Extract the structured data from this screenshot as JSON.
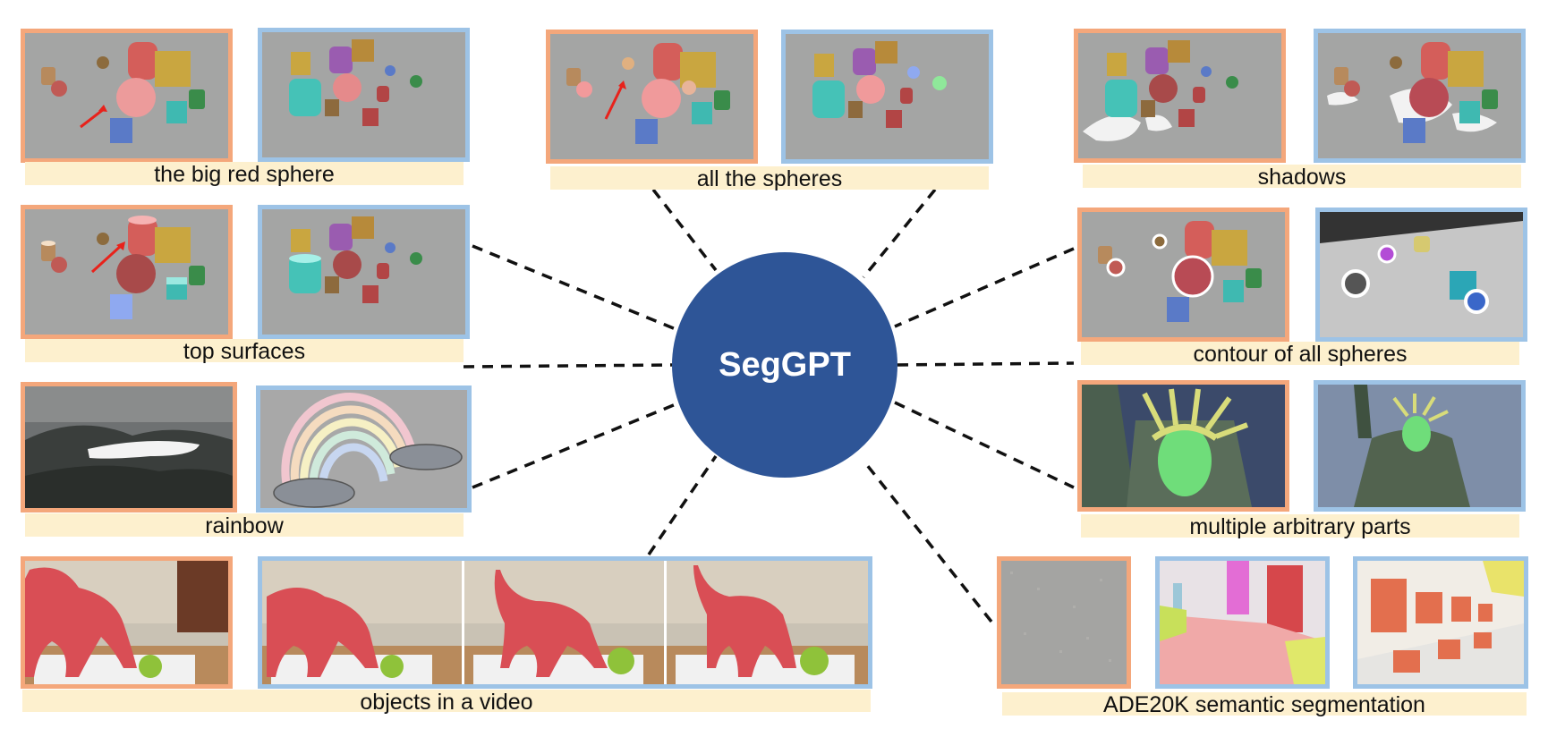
{
  "hub": {
    "label": "SegGPT"
  },
  "captions": {
    "big_red_sphere": "the big red sphere",
    "all_spheres": "all the spheres",
    "shadows": "shadows",
    "top_surfaces": "top surfaces",
    "contour": "contour of all spheres",
    "rainbow": "rainbow",
    "arbitrary_parts": "multiple arbitrary parts",
    "video": "objects in a video",
    "ade20k": "ADE20K semantic segmentation"
  },
  "colors": {
    "hub": "#2E5597",
    "prompt_border": "#F4A77B",
    "output_border": "#9DC3E6",
    "caption_bg": "#FDF0CE"
  }
}
